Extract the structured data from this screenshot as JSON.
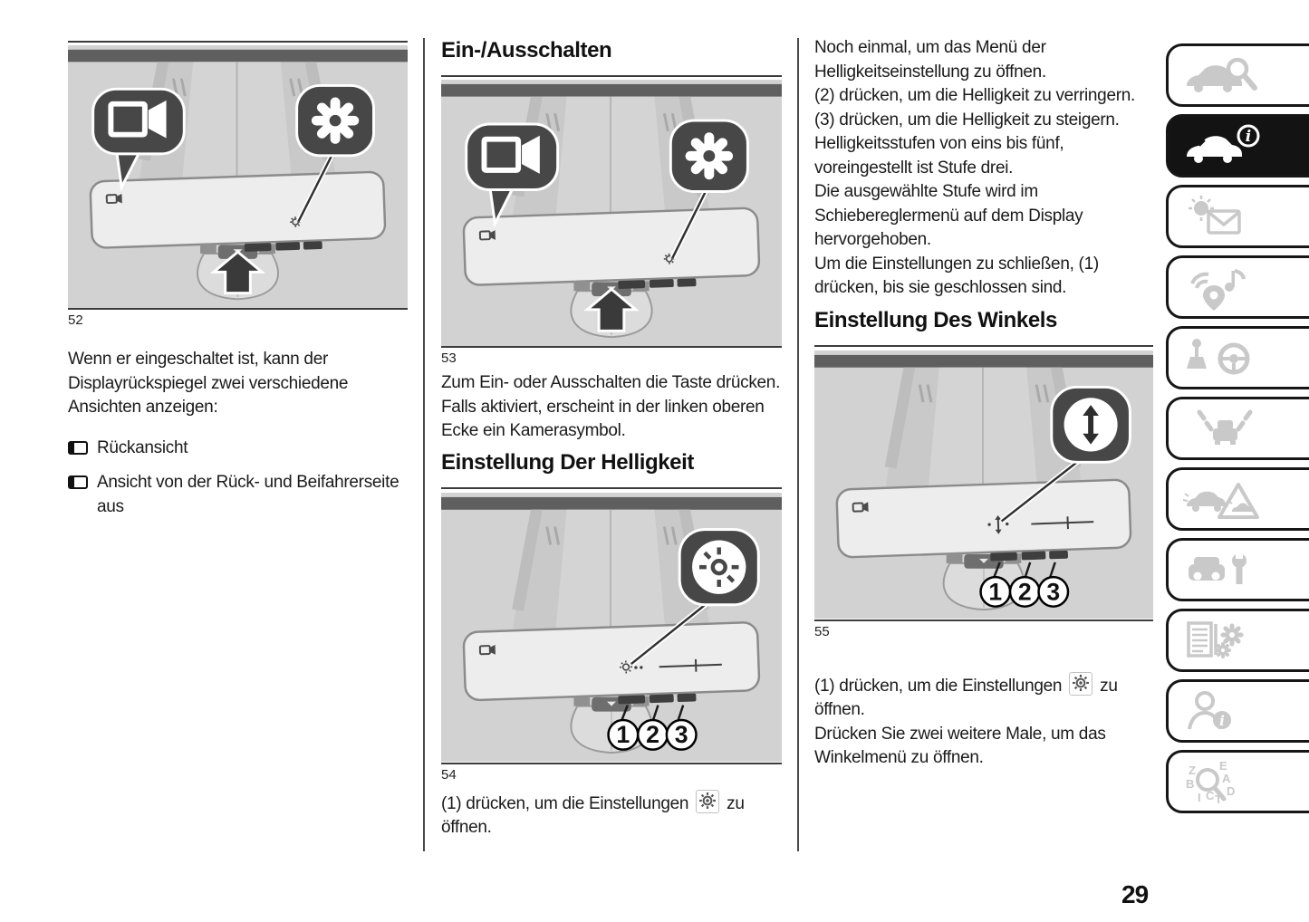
{
  "page": {
    "number": "29"
  },
  "columns": {
    "col1": {
      "figure52": {
        "caption": "52"
      },
      "intro": "Wenn er eingeschaltet ist, kann der Displayrückspiegel zwei verschiedene Ansichten anzeigen:",
      "bullets": [
        "Rückansicht",
        "Ansicht von der Rück- und Beifahrerseite aus"
      ]
    },
    "col2": {
      "heading_onoff": "Ein-/Ausschalten",
      "figure53": {
        "caption": "53"
      },
      "para1": "Zum Ein- oder Ausschalten die Taste drücken.",
      "para2": "Falls aktiviert, erscheint in der linken oberen Ecke ein Kamerasymbol.",
      "heading_brightness": "Einstellung Der Helligkeit",
      "figure54": {
        "caption": "54",
        "callouts": [
          "1",
          "2",
          "3"
        ]
      },
      "settings_line": {
        "before": "(1) drücken, um die Einstellungen",
        "after": "zu öffnen."
      }
    },
    "col3": {
      "paras": [
        "Noch einmal, um das Menü der Helligkeitseinstellung zu öffnen.",
        "(2) drücken, um die Helligkeit zu verringern.",
        "(3) drücken, um die Helligkeit zu steigern.",
        "Helligkeitsstufen von eins bis fünf, voreingestellt ist Stufe drei.",
        "Die ausgewählte Stufe wird im Schiebereglermenü auf dem Display hervorgehoben.",
        "Um die Einstellungen zu schließen, (1) drücken, bis sie geschlossen sind."
      ],
      "heading_angle": "Einstellung Des Winkels",
      "figure55": {
        "caption": "55",
        "callouts": [
          "1",
          "2",
          "3"
        ]
      },
      "settings_line": {
        "before": "(1) drücken, um die Einstellungen",
        "after": "zu öffnen."
      },
      "para_last": "Drücken Sie zwei weitere Male, um das Winkelmenü zu öffnen."
    }
  },
  "sidebar": {
    "info_glyph": "i",
    "index_letters": [
      "Z",
      "E",
      "B",
      "A",
      "I",
      "C",
      "T",
      "D"
    ],
    "tabs": [
      {
        "icon": "car-search-icon",
        "active": false
      },
      {
        "icon": "car-info-icon",
        "active": true
      },
      {
        "icon": "warning-message-icon",
        "active": false
      },
      {
        "icon": "multimedia-icon",
        "active": false
      },
      {
        "icon": "gearshift-steering-icon",
        "active": false
      },
      {
        "icon": "driver-assistance-icon",
        "active": false
      },
      {
        "icon": "emergency-triangle-icon",
        "active": false
      },
      {
        "icon": "car-wrench-icon",
        "active": false
      },
      {
        "icon": "specs-gears-icon",
        "active": false
      },
      {
        "icon": "customer-info-icon",
        "active": false
      },
      {
        "icon": "index-search-icon",
        "active": false
      }
    ]
  },
  "colors": {
    "callout_dark": "#474747",
    "figure_bg": "#d2d2d2",
    "active_tab": "#131313",
    "icon_gray": "#c9c9c9"
  }
}
